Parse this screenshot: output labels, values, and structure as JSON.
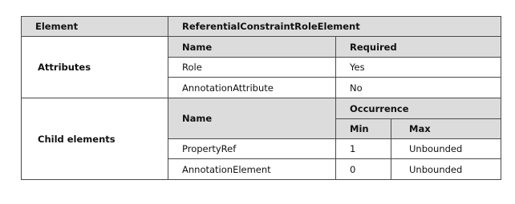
{
  "table": {
    "element_label": "Element",
    "element_value": "ReferentialConstraintRoleElement",
    "attributes": {
      "group_label": "Attributes",
      "name_header": "Name",
      "required_header": "Required",
      "rows": [
        {
          "name": "Role",
          "required": "Yes"
        },
        {
          "name": "AnnotationAttribute",
          "required": "No"
        }
      ]
    },
    "child_elements": {
      "group_label": "Child elements",
      "name_header": "Name",
      "occurrence_header": "Occurrence",
      "min_header": "Min",
      "max_header": "Max",
      "rows": [
        {
          "name": "PropertyRef",
          "min": "1",
          "max": "Unbounded"
        },
        {
          "name": "AnnotationElement",
          "min": "0",
          "max": "Unbounded"
        }
      ]
    }
  }
}
